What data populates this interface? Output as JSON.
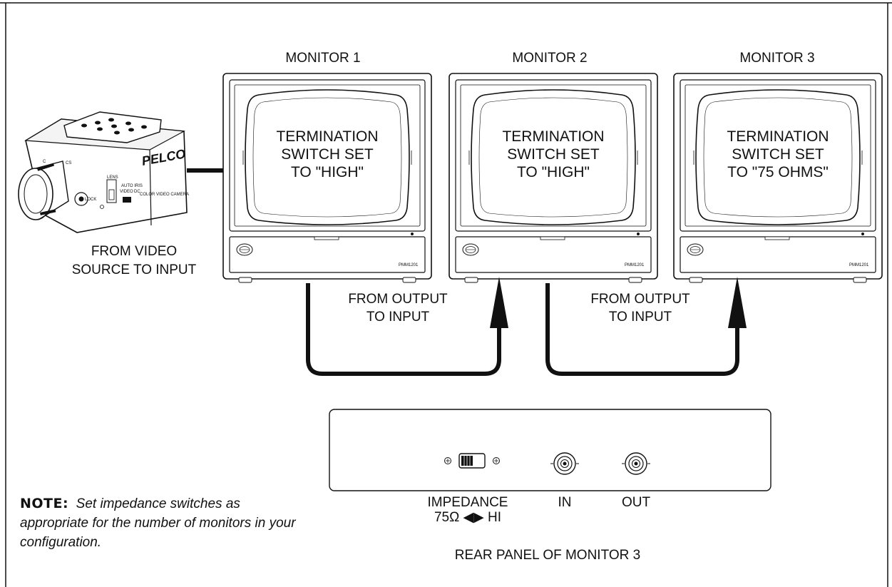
{
  "monitors": [
    {
      "title": "MONITOR 1",
      "screen": [
        "TERMINATION",
        "SWITCH SET",
        "TO \"HIGH\""
      ],
      "model": "PMM1201"
    },
    {
      "title": "MONITOR 2",
      "screen": [
        "TERMINATION",
        "SWITCH SET",
        "TO \"HIGH\""
      ],
      "model": "PMM1201"
    },
    {
      "title": "MONITOR 3",
      "screen": [
        "TERMINATION",
        "SWITCH SET",
        "TO \"75 OHMS\""
      ],
      "model": "PMM1201"
    }
  ],
  "camera": {
    "brand": "PELCO",
    "labels": {
      "color_video_camera": "COLOR VIDEO CAMERA",
      "lock": "LOCK",
      "lens": "LENS",
      "auto_iris": "AUTO IRIS",
      "video": "VIDEO",
      "dc": "DC",
      "c": "C",
      "cs": "CS"
    },
    "caption": [
      "FROM VIDEO",
      "SOURCE TO INPUT"
    ]
  },
  "connections": [
    {
      "label": [
        "FROM OUTPUT",
        "TO INPUT"
      ]
    },
    {
      "label": [
        "FROM OUTPUT",
        "TO INPUT"
      ]
    }
  ],
  "rear_panel": {
    "impedance_label": "IMPEDANCE",
    "impedance_scale": "75Ω ◀▶ HI",
    "in_label": "IN",
    "out_label": "OUT",
    "caption": "REAR PANEL OF MONITOR 3"
  },
  "note": {
    "heading": "NOTE:",
    "text": "Set impedance switches as appropriate for the number of monitors in your configuration."
  }
}
